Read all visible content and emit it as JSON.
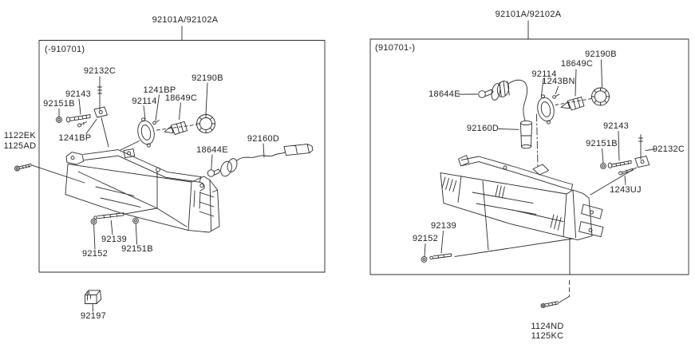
{
  "colors": {
    "background": "#ffffff",
    "line": "#2b2b2b",
    "text": "#1f1f1f"
  },
  "left": {
    "title": "92101A/92102A",
    "variant": "(-910701)",
    "parts": {
      "p92132c": "92132C",
      "p92143": "92143",
      "p92151b_top": "92151B",
      "p1241bp_low": "1241BP",
      "p92114": "92114",
      "p1241bp_up": "1241BP",
      "p18649c": "18649C",
      "p92190b": "92190B",
      "p18644e": "18644E",
      "p92160d": "92160D",
      "p92139": "92139",
      "p92152": "92152",
      "p92151b_bottom": "92151B",
      "p1122ek": "1122EK",
      "p1125ad": "1125AD",
      "p92197": "92197"
    }
  },
  "right": {
    "title": "92101A/92102A",
    "variant": "(910701-)",
    "parts": {
      "p18644e": "18644E",
      "p92160d": "92160D",
      "p92114": "92114",
      "p1243bn": "1243BN",
      "p18649c": "18649C",
      "p92190b": "92190B",
      "p92143": "92143",
      "p92151b": "92151B",
      "p92132c": "92132C",
      "p1243uj": "1243UJ",
      "p92139": "92139",
      "p92152": "92152",
      "p1124nd": "1124ND",
      "p1125kc": "1125KC"
    }
  }
}
